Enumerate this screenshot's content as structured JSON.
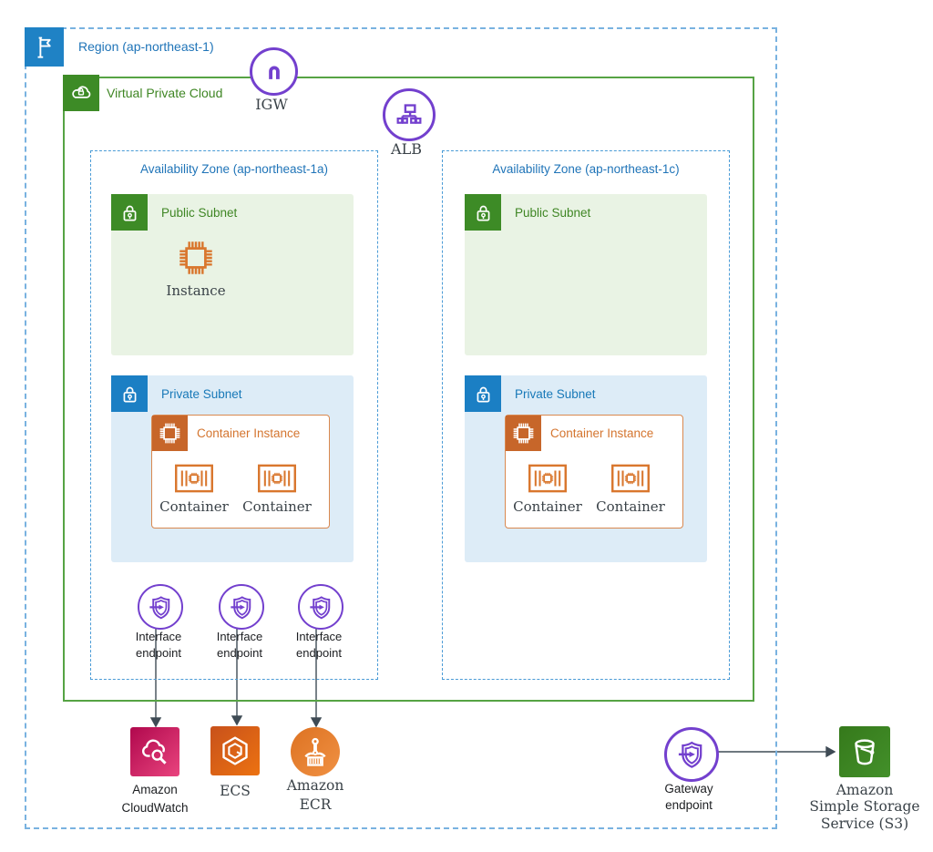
{
  "colors": {
    "region_border": "#79b2e0",
    "region_accent_blue": "#1f82c5",
    "blue_text": "#1f74b8",
    "vpc_border_green": "#56a344",
    "aws_green": "#3F8624",
    "public_subnet_bg": "#e9f3e4",
    "private_subnet_bg": "#ddecf7",
    "private_accent_blue": "#1b7fc4",
    "compute_orange": "#d9772e",
    "orange_square": "#c7662a",
    "endpoint_purple": "#7340ce",
    "cloudwatch_pink": "#d univers0084d",
    "arrow_gray": "#3f4b55"
  },
  "region": {
    "label": "Region (ap-northeast-1)"
  },
  "vpc": {
    "label": "Virtual Private Cloud"
  },
  "gateways": {
    "igw": "IGW",
    "alb": "ALB"
  },
  "az_a": {
    "label": "Availability Zone (ap-northeast-1a)",
    "public_subnet": {
      "label": "Public Subnet",
      "instance": "Instance"
    },
    "private_subnet": {
      "label": "Private Subnet",
      "container_instance": {
        "label": "Container Instance",
        "containers": [
          "Container",
          "Container"
        ]
      }
    },
    "endpoints": [
      "Interface\nendpoint",
      "Interface\nendpoint",
      "Interface\nendpoint"
    ]
  },
  "az_c": {
    "label": "Availability Zone (ap-northeast-1c)",
    "public_subnet": {
      "label": "Public Subnet"
    },
    "private_subnet": {
      "label": "Private Subnet",
      "container_instance": {
        "label": "Container Instance",
        "containers": [
          "Container",
          "Container"
        ]
      }
    }
  },
  "services": {
    "cloudwatch": "Amazon\nCloudWatch",
    "ecs": "ECS",
    "ecr": "Amazon\nECR",
    "gateway_endpoint": "Gateway\nendpoint",
    "s3": "Amazon\nSimple Storage\nService (S3)"
  }
}
